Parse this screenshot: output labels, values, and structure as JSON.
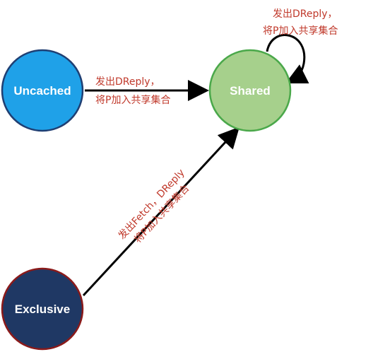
{
  "colors": {
    "uncached_fill": "#1fa1e8",
    "uncached_stroke": "#1f3f73",
    "shared_fill": "#a6d08c",
    "shared_stroke": "#4aa84a",
    "exclusive_fill": "#1f3864",
    "exclusive_stroke": "#8b1a1a",
    "edge": "#000000",
    "edge_label": "#c0392b"
  },
  "states": {
    "uncached": "Uncached",
    "shared": "Shared",
    "exclusive": "Exclusive"
  },
  "transitions": {
    "uncached_to_shared": {
      "line1": "发出DReply，",
      "line2": "将P加入共享集合"
    },
    "shared_self": {
      "line1": "发出DReply，",
      "line2": "将P加入共享集合"
    },
    "exclusive_to_shared": {
      "line1": "发出Fetch，DReply",
      "line2": "将P加入共享集合"
    }
  }
}
